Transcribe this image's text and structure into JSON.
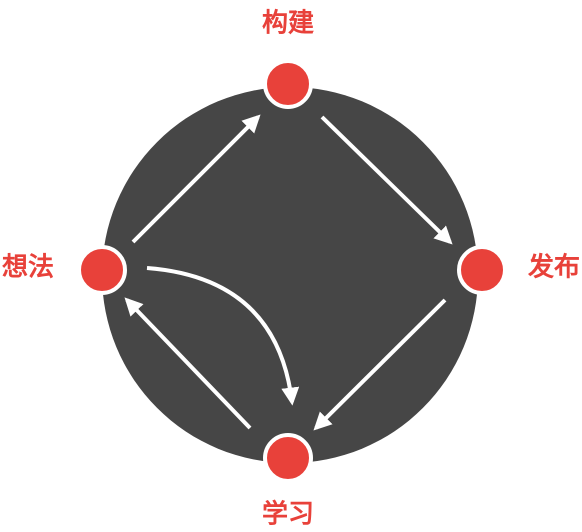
{
  "colors": {
    "background": "#ffffff",
    "circle": "#464646",
    "node": "#e8413a",
    "node_ring": "#ffffff",
    "arrow": "#ffffff",
    "label": "#e8413a"
  },
  "nodes": [
    {
      "id": "build",
      "label": "构建"
    },
    {
      "id": "publish",
      "label": "发布"
    },
    {
      "id": "learn",
      "label": "学习"
    },
    {
      "id": "idea",
      "label": "想法"
    }
  ],
  "edges": [
    {
      "from": "idea",
      "to": "build"
    },
    {
      "from": "build",
      "to": "publish"
    },
    {
      "from": "publish",
      "to": "learn"
    },
    {
      "from": "learn",
      "to": "idea"
    },
    {
      "from": "idea",
      "to": "learn",
      "shape": "curved"
    }
  ]
}
